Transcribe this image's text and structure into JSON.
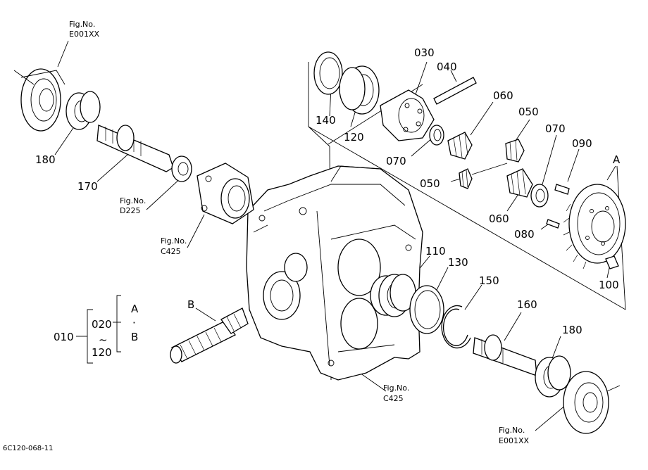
{
  "figure_code": "6C120-068-11",
  "fig_refs": [
    {
      "title": "Fig.No.",
      "code": "E001XX"
    },
    {
      "title": "Fig.No.",
      "code": "D225"
    },
    {
      "title": "Fig.No.",
      "code": "C425"
    },
    {
      "title": "Fig.No.",
      "code": "C425"
    },
    {
      "title": "Fig.No.",
      "code": "E001XX"
    }
  ],
  "part_numbers": {
    "p030": "030",
    "p040": "040",
    "p060a": "060",
    "p050a": "050",
    "p070a": "070",
    "p090": "090",
    "pA": "A",
    "p140": "140",
    "p120a": "120",
    "p070b": "070",
    "p050b": "050",
    "p060b": "060",
    "p080": "080",
    "p100": "100",
    "p180a": "180",
    "p170": "170",
    "p110": "110",
    "p130": "130",
    "p150": "150",
    "p160": "160",
    "p180b": "180",
    "pB": "B"
  },
  "assembly": {
    "top": "020",
    "range": "~",
    "bottom": "120",
    "parent": "010",
    "ref_a": "A",
    "dot": "·",
    "ref_b": "B"
  }
}
